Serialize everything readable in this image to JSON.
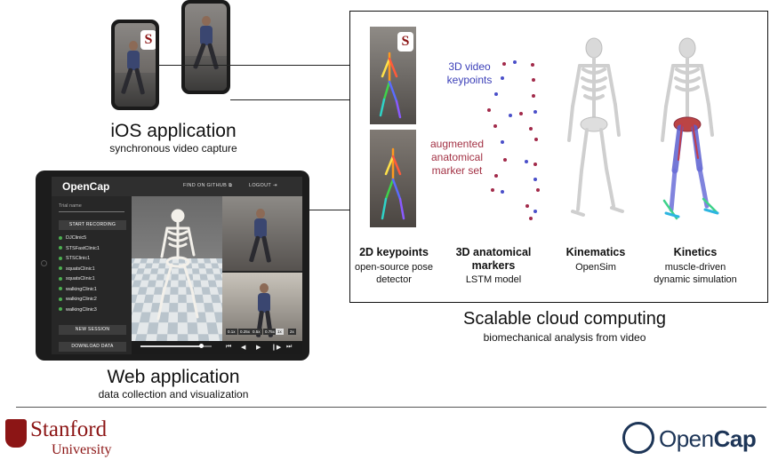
{
  "ios": {
    "title": "iOS application",
    "subtitle": "synchronous video capture"
  },
  "web": {
    "title": "Web application",
    "subtitle": "data collection and visualization",
    "app_title": "OpenCap",
    "find_on_github": "FIND ON GITHUB",
    "logout": "LOGOUT",
    "trial_name_placeholder": "Trial name",
    "start_recording": "START RECORDING",
    "trials": [
      "DJClinic5",
      "STSFastClinic1",
      "STSClinic1",
      "squatsClinic1",
      "squatsClinic1",
      "walkingClinic1",
      "walkingClinic2",
      "walkingClinic3"
    ],
    "new_session": "NEW SESSION",
    "download_data": "DOWNLOAD DATA",
    "speeds": [
      "0.1x",
      "0.25x",
      "0.5x",
      "0.75x",
      "1x",
      "2x"
    ],
    "selected_speed": "1x",
    "playback_progress": 0.85,
    "controls": [
      "⏮",
      "◀",
      "▶",
      "❙▶",
      "⏭"
    ]
  },
  "pipeline": {
    "label_3d": "3D video keypoints",
    "label_augmented": "augmented anatomical marker set",
    "stages": [
      {
        "title": "2D keypoints",
        "sub": "open-source pose detector"
      },
      {
        "title": "3D anatomical markers",
        "sub": "LSTM model"
      },
      {
        "title": "Kinematics",
        "sub": "OpenSim"
      },
      {
        "title": "Kinetics",
        "sub": "muscle-driven dynamic simulation"
      }
    ],
    "caption_title": "Scalable cloud computing",
    "caption_sub": "biomechanical analysis from video"
  },
  "footer": {
    "stanford_name": "Stanford",
    "stanford_sub": "University",
    "opencap_plain": "Open",
    "opencap_bold": "Cap"
  },
  "colors": {
    "stanford_red": "#8c1515",
    "keypoint_blue": "#3b3fb8",
    "marker_red": "#a33245",
    "opencap_navy": "#1d3557"
  }
}
